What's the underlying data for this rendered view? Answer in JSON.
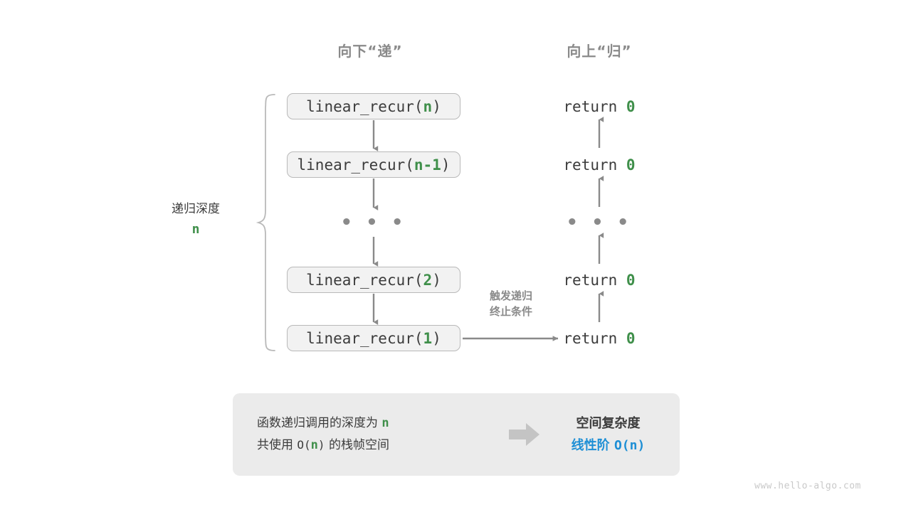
{
  "headers": {
    "down": "向下“递”",
    "up": "向上“归”"
  },
  "depth_annotation": {
    "title": "递归深度",
    "value": "n"
  },
  "call_stack": [
    {
      "prefix": "linear_recur(",
      "arg": "n",
      "suffix": ")"
    },
    {
      "prefix": "linear_recur(",
      "arg": "n-1",
      "suffix": ")"
    },
    {
      "prefix": "linear_recur(",
      "arg": "2",
      "suffix": ")"
    },
    {
      "prefix": "linear_recur(",
      "arg": "1",
      "suffix": ")"
    }
  ],
  "returns": [
    {
      "keyword": "return",
      "value": "0"
    },
    {
      "keyword": "return",
      "value": "0"
    },
    {
      "keyword": "return",
      "value": "0"
    },
    {
      "keyword": "return",
      "value": "0"
    }
  ],
  "ellipsis": "• • •",
  "trigger_note": {
    "line1": "触发递归",
    "line2": "终止条件"
  },
  "summary": {
    "left_line1_a": "函数递归调用的深度为",
    "left_line1_hl": "n",
    "left_line2_a": "共使用",
    "left_line2_mono_a": "O(",
    "left_line2_hl": "n",
    "left_line2_mono_b": ")",
    "left_line2_b": "的栈帧空间",
    "arrow_icon": "right-block-arrow-icon",
    "right_title": "空间复杂度",
    "right_result_label": "线性阶",
    "right_result_mono_a": "O(",
    "right_result_mono_n": "n",
    "right_result_mono_b": ")"
  },
  "watermark": "www.hello-algo.com",
  "colors": {
    "accent_green": "#3f8f4a",
    "accent_blue": "#1e8fd5",
    "text_dark": "#3c3c3c",
    "text_gray": "#8a8a8a",
    "box_fill": "#f2f2f2",
    "box_border": "#b9b9b9",
    "summary_fill": "#ebebeb",
    "arrow_gray": "#8a8a8a",
    "block_arrow": "#c4c4c4",
    "watermark": "#c9c9c9"
  }
}
